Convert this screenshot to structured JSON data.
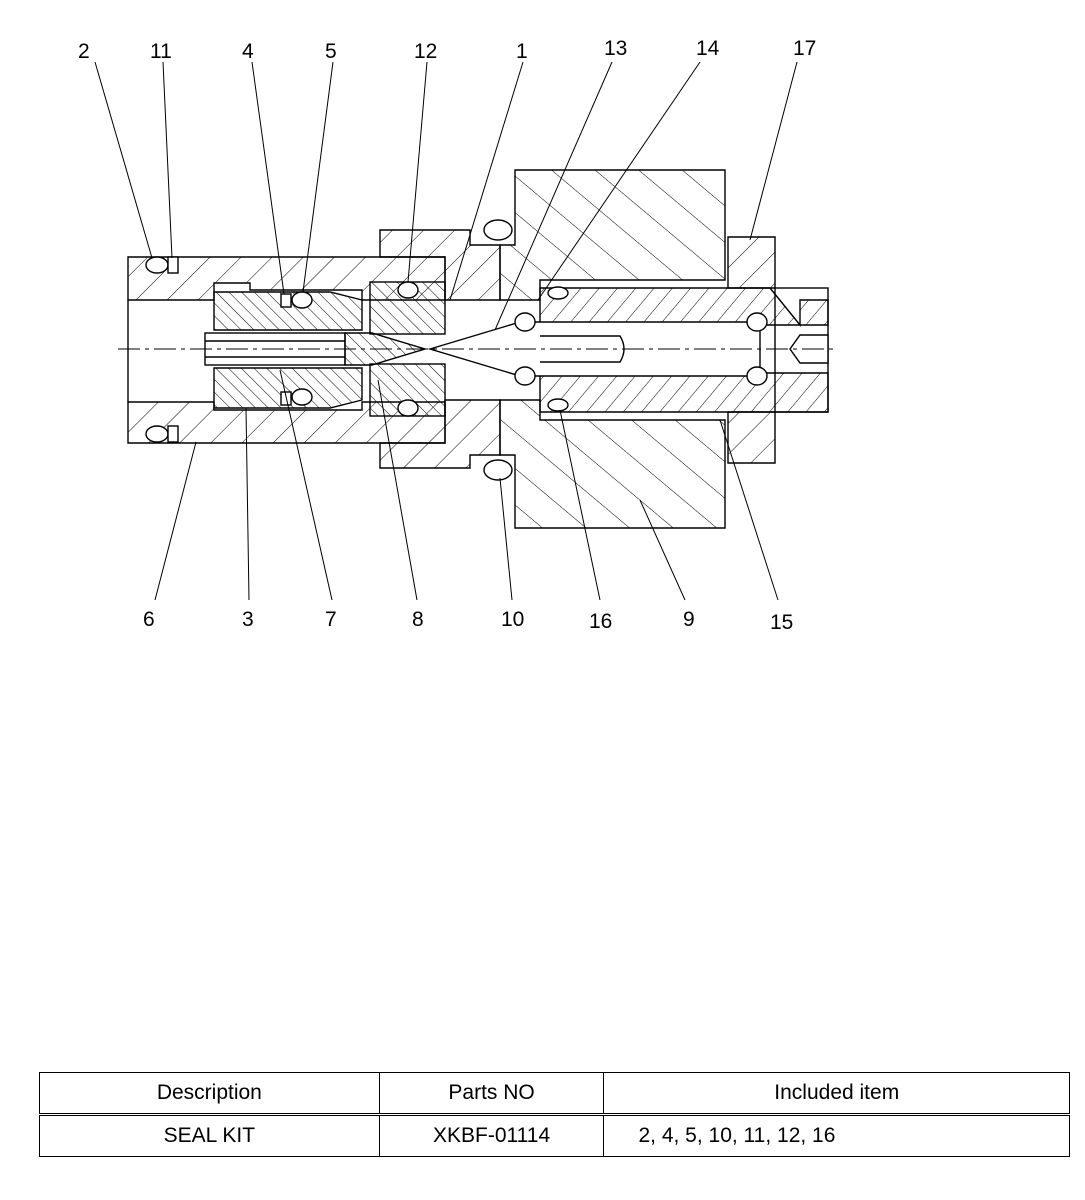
{
  "callouts_top": [
    "2",
    "11",
    "4",
    "5",
    "12",
    "1",
    "13",
    "14",
    "17"
  ],
  "callouts_bottom": [
    "6",
    "3",
    "7",
    "8",
    "10",
    "16",
    "9",
    "15"
  ],
  "table": {
    "headers": [
      "Description",
      "Parts NO",
      "Included item"
    ],
    "rows": [
      [
        "SEAL KIT",
        "XKBF-01114",
        "2, 4, 5, 10, 11, 12, 16"
      ]
    ]
  }
}
